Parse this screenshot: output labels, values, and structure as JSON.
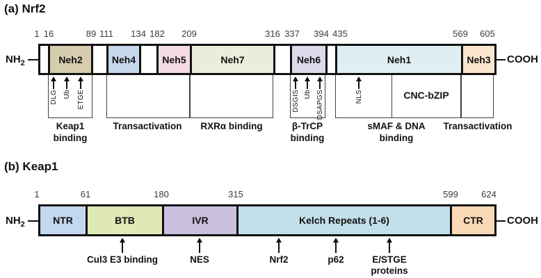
{
  "colors": {
    "outline": "#111111",
    "bracket_line": "#3f3f3f",
    "tick_text": "#3b3b3b"
  },
  "panel_a": {
    "title": "(a) Nrf2",
    "n_terminus": {
      "main": "NH",
      "sub": "2"
    },
    "c_terminus": "COOH",
    "ticks": [
      "1",
      "16",
      "89",
      "111",
      "134",
      "182",
      "209",
      "316",
      "337",
      "394",
      "435",
      "569",
      "605"
    ],
    "segments": [
      {
        "label": "",
        "color": "#ffffff"
      },
      {
        "label": "Neh2",
        "color": "#d6cdae"
      },
      {
        "label": "",
        "color": "#ffffff"
      },
      {
        "label": "Neh4",
        "color": "#c7d7ec"
      },
      {
        "label": "",
        "color": "#ffffff"
      },
      {
        "label": "Neh5",
        "color": "#f2dce1"
      },
      {
        "label": "Neh7",
        "color": "#e9eeda"
      },
      {
        "label": "",
        "color": "#ffffff"
      },
      {
        "label": "Neh6",
        "color": "#ded9e9"
      },
      {
        "label": "",
        "color": "#ffffff"
      },
      {
        "label": "Neh1",
        "color": "#deeef3"
      },
      {
        "label": "Neh3",
        "color": "#fce5cd"
      }
    ],
    "neh2_motifs": [
      "DLG",
      "Ub",
      "ETGE"
    ],
    "neh6_motifs": [
      "DSGIS",
      "Ub",
      "DSAPGS"
    ],
    "neh1_motif": "NLS",
    "cnc_label": "CNC-bZIP",
    "functions": [
      {
        "line1": "Keap1",
        "line2": "binding"
      },
      {
        "line1": "Transactivation",
        "line2": ""
      },
      {
        "line1": "RXRα binding",
        "line2": ""
      },
      {
        "line1": "β-TrCP",
        "line2": "binding"
      },
      {
        "line1": "sMAF & DNA",
        "line2": "binding"
      },
      {
        "line1": "Transactivation",
        "line2": ""
      }
    ]
  },
  "panel_b": {
    "title": "(b) Keap1",
    "n_terminus": {
      "main": "NH",
      "sub": "2"
    },
    "c_terminus": "COOH",
    "ticks": [
      "1",
      "61",
      "180",
      "315",
      "599",
      "624"
    ],
    "segments": [
      {
        "label": "NTR",
        "color": "#c3d7ee"
      },
      {
        "label": "BTB",
        "color": "#dfe8b7"
      },
      {
        "label": "IVR",
        "color": "#c9c0dd"
      },
      {
        "label": "Kelch Repeats (1-6)",
        "color": "#c1dfe9"
      },
      {
        "label": "CTR",
        "color": "#f9d9b6"
      }
    ],
    "markers": [
      {
        "line1": "Cul3 E3 binding",
        "line2": ""
      },
      {
        "line1": "NES",
        "line2": ""
      },
      {
        "line1": "Nrf2",
        "line2": ""
      },
      {
        "line1": "p62",
        "line2": ""
      },
      {
        "line1": "E/STGE",
        "line2": "proteins"
      }
    ]
  }
}
